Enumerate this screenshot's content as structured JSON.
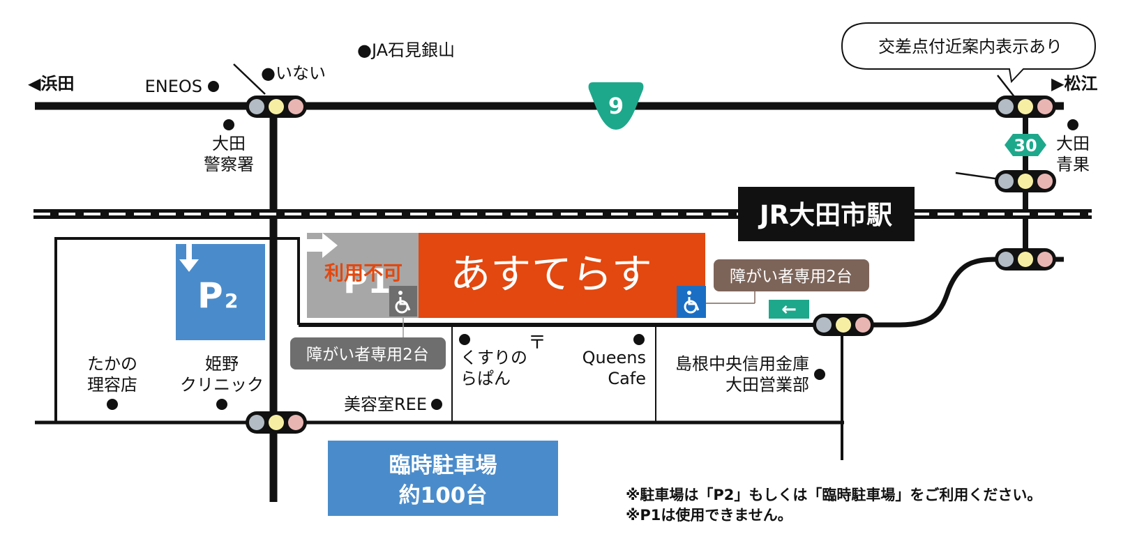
{
  "colors": {
    "road": "#111111",
    "site_orange": "#e2480f",
    "p1_gray": "#a7a7a7",
    "parking_blue": "#4a8ccb",
    "route_green": "#1ea88b",
    "label_brown": "#7d6459",
    "label_gray": "#6e6e6e",
    "access_blue": "#1a6fc4",
    "light_gray": "#b3bcc4",
    "light_yellow": "#f6efa3",
    "light_pink": "#e9b5b2"
  },
  "directions": {
    "west": "◀浜田",
    "east": "▶松江"
  },
  "route_numbers": {
    "national": "9",
    "prefectural": "30"
  },
  "callout": "交差点付近案内表示あり",
  "station": "JR大田市駅",
  "landmarks": {
    "eneos": "ENEOS",
    "inai": "●いない",
    "ja": "●JA石見銀山",
    "police_1": "大田",
    "police_2": "警察署",
    "seika_1": "大田",
    "seika_2": "青果",
    "takano_1": "たかの",
    "takano_2": "理容店",
    "himeno_1": "姫野",
    "himeno_2": "クリニック",
    "kusuri_1": "くすりの",
    "kusuri_2": "らぱん",
    "post": "〒",
    "queens_1": "Queens",
    "queens_2": "Cafe",
    "bank_1": "島根中央信用金庫",
    "bank_2": "大田営業部",
    "salon": "美容室REE"
  },
  "site": {
    "name": "あすてらす"
  },
  "p1": {
    "label": "P1",
    "status": "利用不可"
  },
  "p2": {
    "label": "P",
    "sub": "2"
  },
  "accessible_label_1": "障がい者専用2台",
  "accessible_label_2": "障がい者専用2台",
  "arrow": "←",
  "temp_parking": {
    "line1": "臨時駐車場",
    "line2": "約100台"
  },
  "notes": {
    "line1": "※駐車場は「P2」もしくは「臨時駐車場」をご利用ください。",
    "line2": "※P1は使用できません。"
  }
}
